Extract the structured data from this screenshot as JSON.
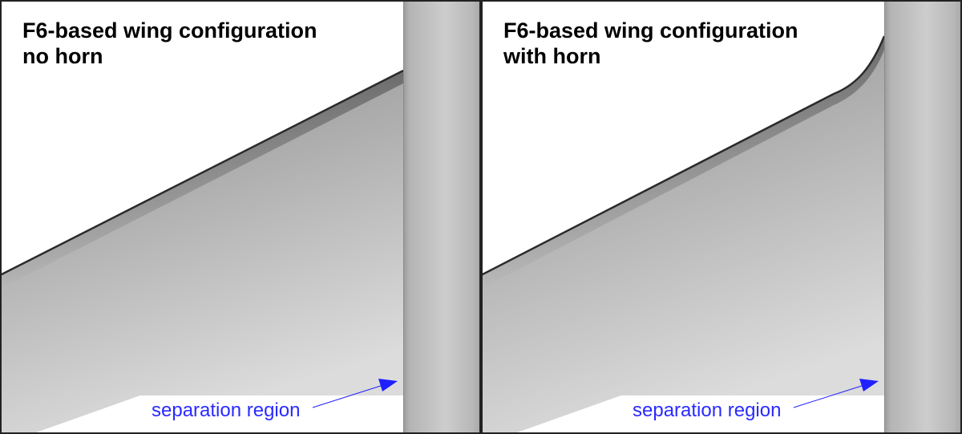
{
  "figure": {
    "panels": [
      {
        "id": "no-horn",
        "title_line1": "F6-based wing configuration",
        "title_line2": "no horn",
        "annotation": "separation region",
        "horn": false
      },
      {
        "id": "with-horn",
        "title_line1": "F6-based wing configuration",
        "title_line2": "with horn",
        "annotation": "separation region",
        "horn": true
      }
    ],
    "colors": {
      "annotation": "#2a2aff",
      "arrow": "#2020ff",
      "border": "#222222",
      "background": "#ffffff"
    }
  }
}
